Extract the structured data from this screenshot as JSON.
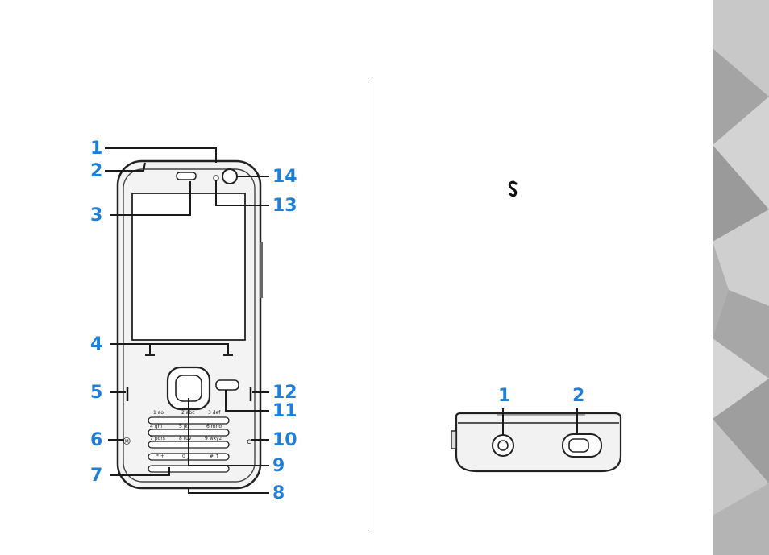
{
  "front_view": {
    "callouts": [
      "1",
      "2",
      "3",
      "4",
      "5",
      "6",
      "7",
      "8",
      "9",
      "10",
      "11",
      "12",
      "13",
      "14"
    ],
    "keypad": {
      "row1": [
        "1 ao",
        "2 abc",
        "3 def"
      ],
      "row2": [
        "4 ghi",
        "5 jkl",
        "6 mno"
      ],
      "row3": [
        "7 pqrs",
        "8 tuv",
        "9 wxyz"
      ],
      "row4": [
        "* +",
        "0 _",
        "# ↑"
      ]
    }
  },
  "top_view": {
    "callouts": [
      "1",
      "2"
    ]
  },
  "side_keys": {
    "left": "☹",
    "right": "c"
  },
  "icons": {
    "menu_key": "menu-key-icon"
  },
  "colors": {
    "callout": "#1f7fd6",
    "leader": "#1a1a1a",
    "strip": "#b8b8b8"
  }
}
